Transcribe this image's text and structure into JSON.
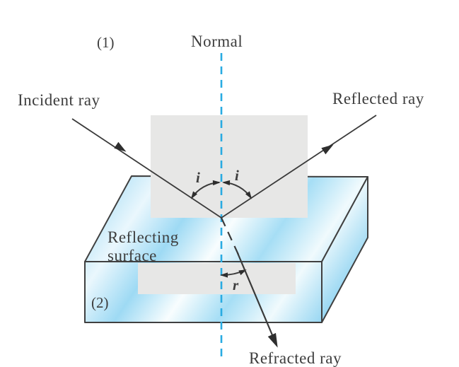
{
  "figure": {
    "title_semantic": "Reflection and refraction of light at a plane surface",
    "labels": {
      "normal": "Normal",
      "incident_ray": "Incident ray",
      "reflected_ray": "Reflected ray",
      "refracted_ray": "Refracted ray",
      "surface_line1": "Reflecting",
      "surface_line2": "surface"
    },
    "media": {
      "medium1": "(1)",
      "medium2": "(2)"
    },
    "angles": {
      "incidence_left": "i",
      "incidence_right": "i",
      "refraction": "r"
    },
    "colors": {
      "normal_dashed_line": "#29abe2",
      "ray_lines": "#3a3a3a",
      "text": "#3d3d3d",
      "ray_backdrop_gray": "#e7e7e6",
      "slab_blue": "#9edaf4",
      "slab_edge": "#404040"
    }
  }
}
